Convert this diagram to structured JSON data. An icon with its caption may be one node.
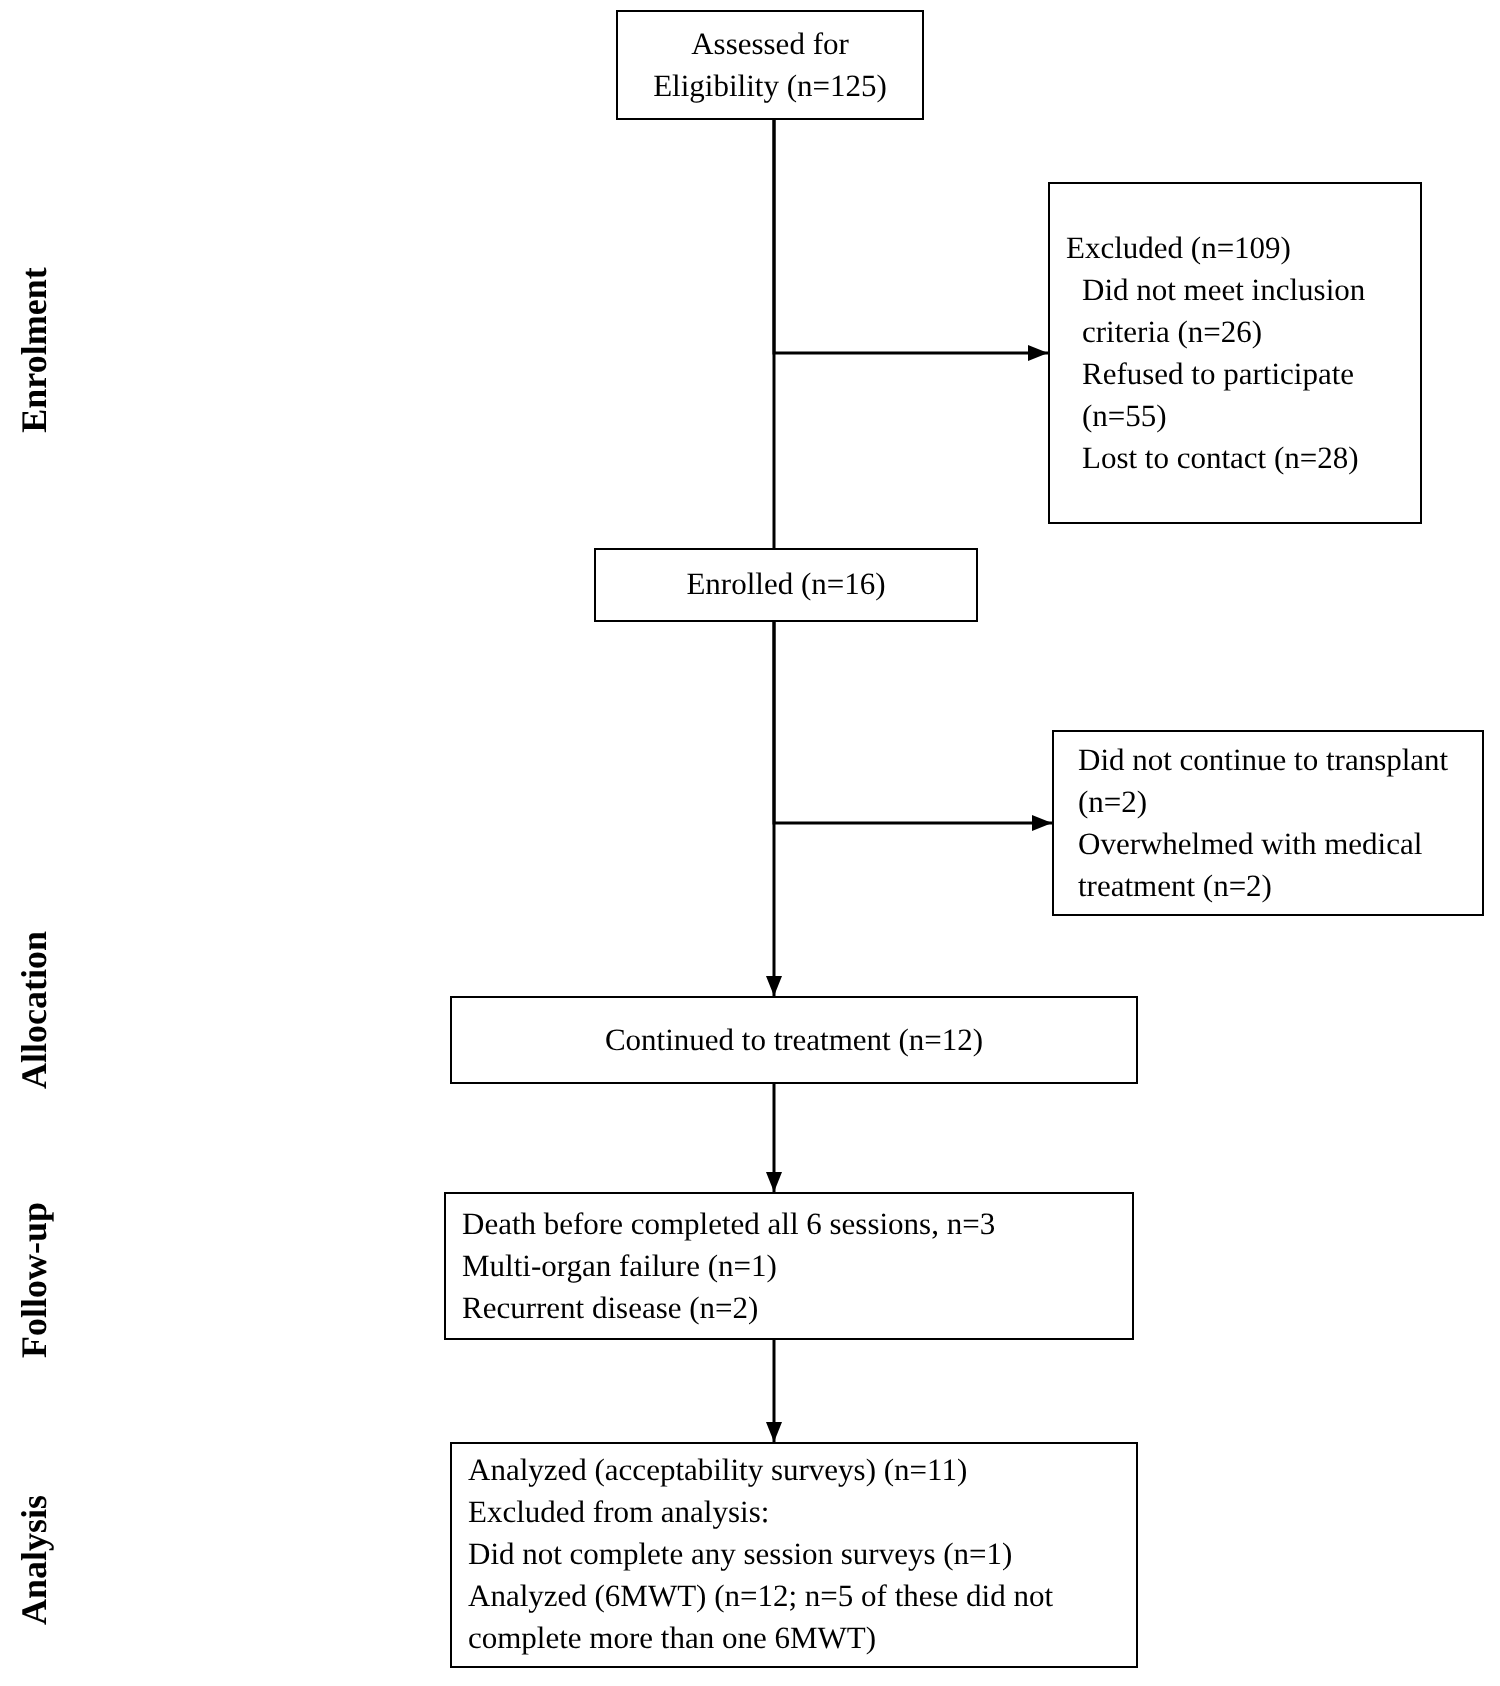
{
  "diagram": {
    "nodes": [
      {
        "text": [
          "Assessed for Eligibility (n=125)"
        ]
      },
      {
        "text": [
          "Excluded (n=109)",
          "Did not meet inclusion criteria (n=26)",
          "Refused to participate (n=55)",
          "Lost to contact (n=28)"
        ]
      },
      {
        "text": [
          "Enrolled (n=16)"
        ]
      },
      {
        "text": [
          "Did not continue to transplant (n=2)",
          "Overwhelmed with medical treatment (n=2)"
        ]
      },
      {
        "text": [
          "Continued to treatment (n=12)"
        ]
      },
      {
        "text": [
          "Death before completed all 6 sessions, n=3",
          "Multi-organ failure (n=1)",
          "Recurrent disease (n=2)"
        ]
      },
      {
        "text": [
          "Analyzed (acceptability surveys) (n=11)",
          "Excluded from analysis:",
          "Did not complete any session surveys (n=1)",
          "Analyzed (6MWT) (n=12; n=5 of these did not complete more than one 6MWT)"
        ]
      }
    ],
    "edges": [
      {
        "from": 0,
        "to": 2,
        "arrow": "none"
      },
      {
        "from": 0,
        "to": 1,
        "arrow": "to"
      },
      {
        "from": 2,
        "to": 4,
        "arrow": "to"
      },
      {
        "from": 2,
        "to": 3,
        "arrow": "to"
      },
      {
        "from": 4,
        "to": 5,
        "arrow": "to"
      },
      {
        "from": 5,
        "to": 6,
        "arrow": "to"
      }
    ],
    "labels": [
      "Enrolment",
      "Allocation",
      "Follow-up",
      "Analysis"
    ]
  }
}
